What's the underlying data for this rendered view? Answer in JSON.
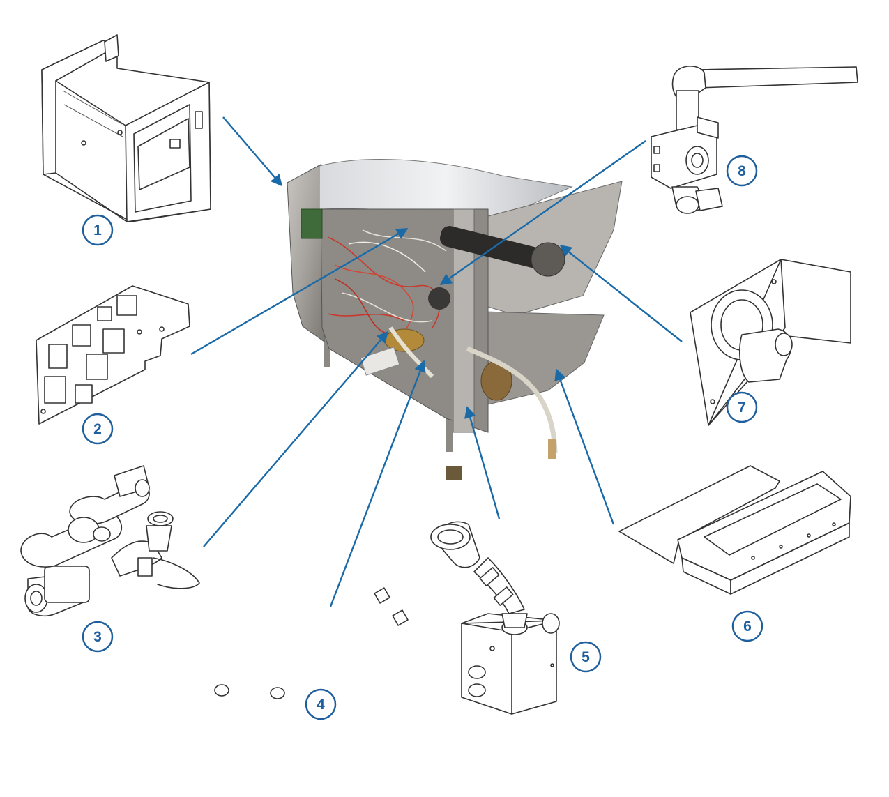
{
  "colors": {
    "callout": "#1f5f9e",
    "leader": "#1a6aa8",
    "outline": "#333333",
    "steel": "#a7a49f",
    "steel_dark": "#6f6b66"
  },
  "callouts": {
    "c1": "1",
    "c2": "2",
    "c3": "3",
    "c4": "4",
    "c5": "5",
    "c6": "6",
    "c7": "7",
    "c8": "8"
  }
}
